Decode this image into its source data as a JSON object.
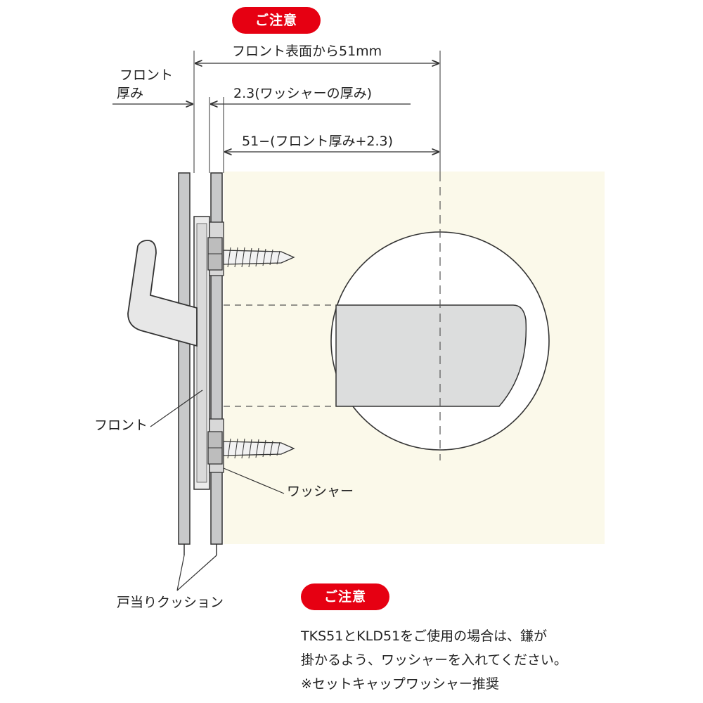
{
  "badges": {
    "top": "ご注意",
    "bottom": "ご注意"
  },
  "dimensions": {
    "total": "フロント表面から51mm",
    "washer_thickness": "2.3(ワッシャーの厚み)",
    "remaining": "51−(フロント厚み+2.3)"
  },
  "labels": {
    "front_thickness_line1": "フロント",
    "front_thickness_line2": "厚み",
    "front": "フロント",
    "washer": "ワッシャー",
    "cushion": "戸当りクッション"
  },
  "notes": {
    "line1": "TKS51とKLD51をご使用の場合は、鎌が",
    "line2": "掛かるよう、ワッシャーを入れてください。",
    "line3": "※セットキャップワッシャー推奨"
  },
  "colors": {
    "accent_red": "#e60012",
    "door_fill": "#fbf9ea",
    "metal_gray": "#c8c9ca",
    "line": "#333333"
  }
}
